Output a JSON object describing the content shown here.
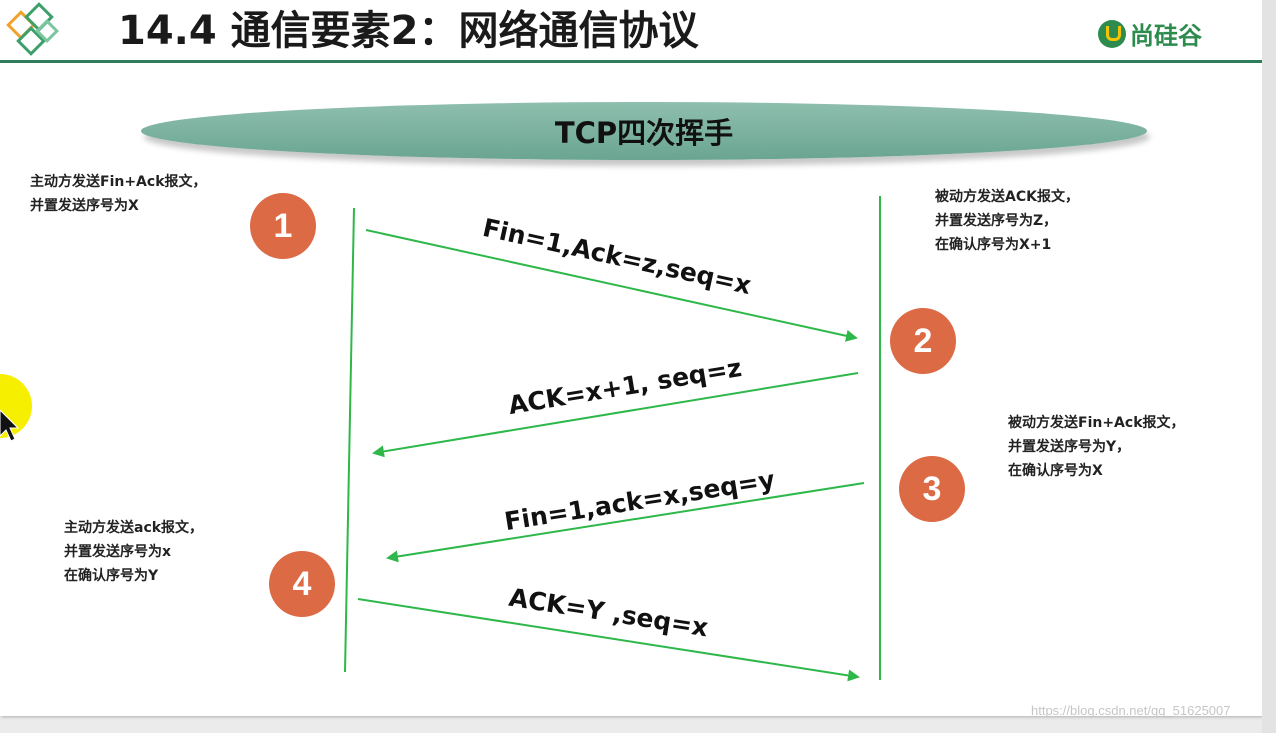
{
  "header": {
    "title": "14.4 通信要素2：网络通信协议",
    "logo_text": "尚硅谷"
  },
  "banner": {
    "title": "TCP四次挥手"
  },
  "notes": {
    "active_send_fin": [
      "主动方发送Fin+Ack报文，",
      "并置发送序号为X"
    ],
    "passive_send_ack": [
      "被动方发送ACK报文，",
      "并置发送序号为Z，",
      "在确认序号为X+1"
    ],
    "passive_send_fin": [
      "被动方发送Fin+Ack报文，",
      "并置发送序号为Y，",
      "在确认序号为X"
    ],
    "active_send_ack": [
      "主动方发送ack报文，",
      "并置发送序号为x",
      "在确认序号为Y"
    ]
  },
  "steps": [
    "1",
    "2",
    "3",
    "4"
  ],
  "messages": [
    "Fin=1,Ack=z,seq=x",
    "ACK=x+1, seq=z",
    "Fin=1,ack=x,seq=y",
    "ACK=Y ,seq=x"
  ],
  "colors": {
    "header_rule": "#2e7d5b",
    "banner": "#79b09d",
    "step_circle": "#dc6a45",
    "arrow": "#2eb84a",
    "logo": "#2e8b4e"
  },
  "watermark": "https://blog.csdn.net/qq_51625007"
}
